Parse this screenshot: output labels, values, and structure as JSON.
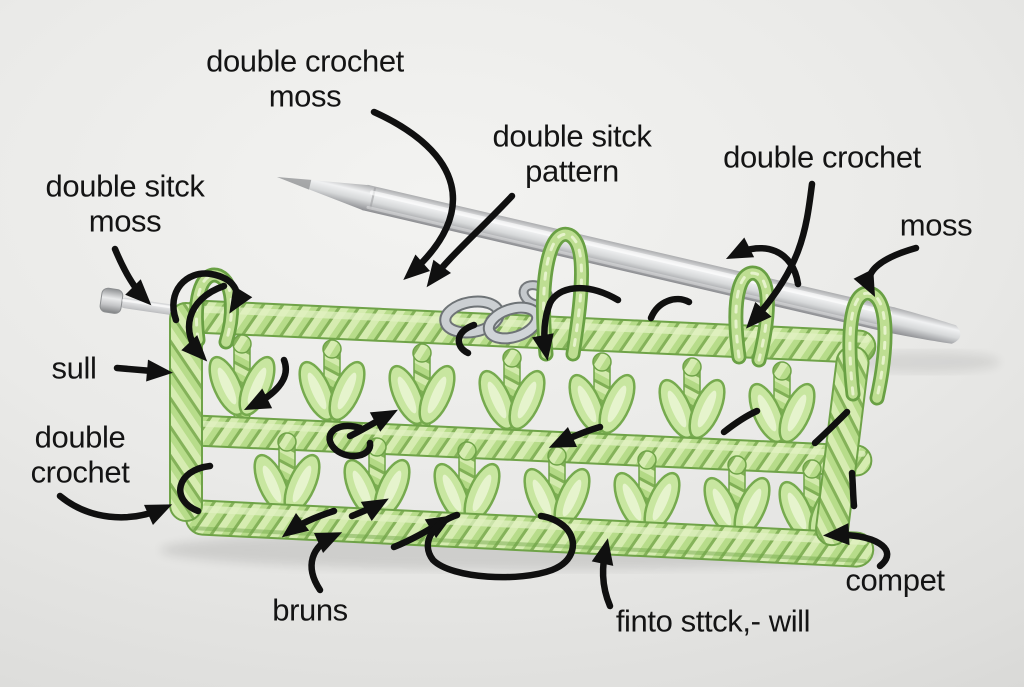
{
  "labels": [
    {
      "id": "double-crochet-moss",
      "text": "double crochet\nmoss"
    },
    {
      "id": "double-sitck-pattern",
      "text": "double sitck\npattern"
    },
    {
      "id": "double-crochet-top-right",
      "text": "double crochet"
    },
    {
      "id": "moss-right",
      "text": "moss"
    },
    {
      "id": "double-sitck-moss",
      "text": "double sitck\nmoss"
    },
    {
      "id": "sull",
      "text": "sull"
    },
    {
      "id": "double-crochet-left",
      "text": "double\ncrochet"
    },
    {
      "id": "bruns",
      "text": "bruns"
    },
    {
      "id": "finto-sttck-will",
      "text": "finto sttck,- will"
    },
    {
      "id": "compet",
      "text": "compet"
    }
  ],
  "scene_objects": [
    "green crochet swatch",
    "metal knitting needle",
    "small metal cable needle with end cap",
    "silver chain stitch marker",
    "black annotation arrows"
  ],
  "colors": {
    "background": "#e9e9e7",
    "yarn_base": "#b7dc8a",
    "yarn_highlight": "#d3eaad",
    "yarn_shadow": "#84b259",
    "yarn_outline": "#6fa348",
    "needle_silver": "#d8dadb",
    "arrow_black": "#101010",
    "text_black": "#141414"
  }
}
